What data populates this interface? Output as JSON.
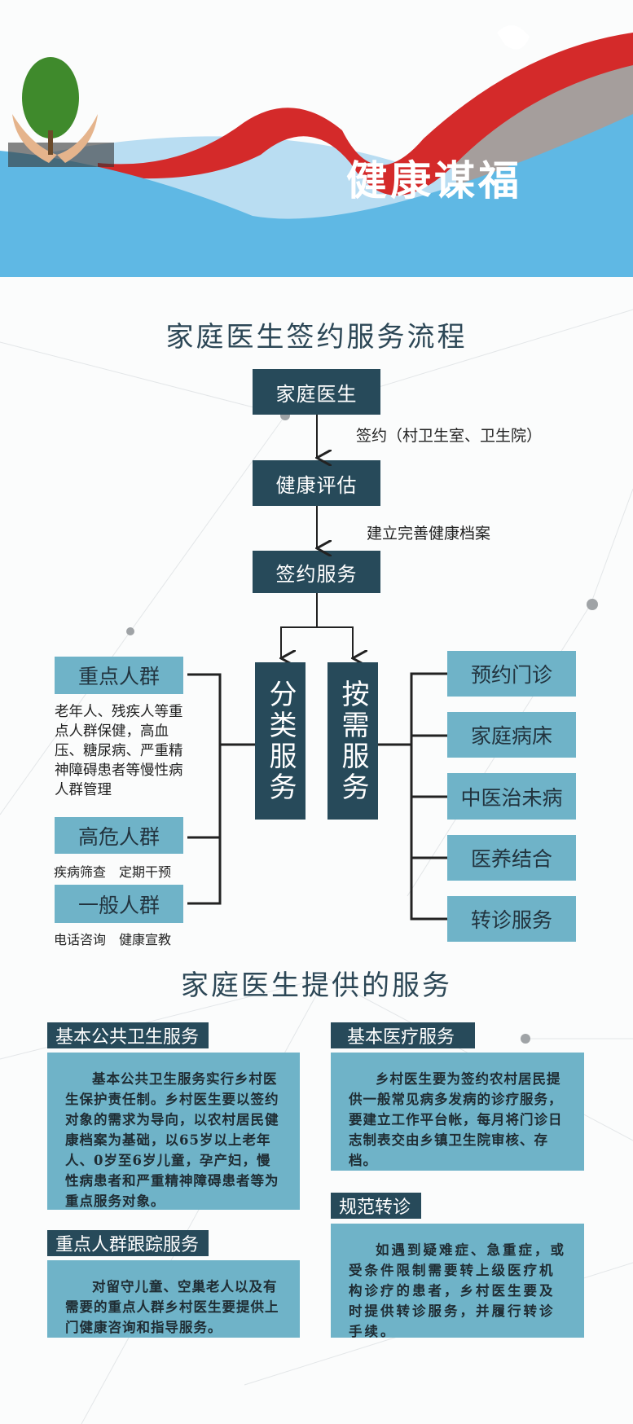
{
  "banner": {
    "slogan": "健康谋福"
  },
  "process": {
    "title": "家庭医生签约服务流程",
    "steps": [
      "家庭医生",
      "健康评估",
      "签约服务"
    ],
    "step_notes": [
      "签约（村卫生室、卫生院）",
      "建立完善健康档案"
    ],
    "branches": [
      "分类服务",
      "按需服务"
    ],
    "groups": [
      {
        "label": "重点人群",
        "desc": "老年人、残疾人等重点人群保健，高血压、糖尿病、严重精神障碍患者等慢性病人群管理"
      },
      {
        "label": "高危人群",
        "desc": "疾病筛查　定期干预"
      },
      {
        "label": "一般人群",
        "desc": "电话咨询　健康宣教"
      }
    ],
    "on_demand": [
      "预约门诊",
      "家庭病床",
      "中医治未病",
      "医养结合",
      "转诊服务"
    ]
  },
  "services": {
    "title": "家庭医生提供的服务",
    "cards": [
      {
        "title": "基本公共卫生服务",
        "body": "基本公共卫生服务实行乡村医生保护责任制。乡村医生要以签约对象的需求为导向，以农村居民健康档案为基础，以65岁以上老年人、0岁至6岁儿童，孕产妇，慢性病患者和严重精神障碍患者等为重点服务对象。"
      },
      {
        "title": "基本医疗服务",
        "body": "乡村医生要为签约农村居民提供一般常见病多发病的诊疗服务，要建立工作平台帐，每月将门诊日志制表交由乡镇卫生院审核、存档。"
      },
      {
        "title": "重点人群跟踪服务",
        "body": "对留守儿童、空巢老人以及有需要的重点人群乡村医生要提供上门健康咨询和指导服务。"
      },
      {
        "title": "规范转诊",
        "body": "如遇到疑难症、急重症，或受条件限制需要转上级医疗机构诊疗的患者，乡村医生要及时提供转诊服务，并履行转诊手续。"
      }
    ]
  },
  "colors": {
    "dark": "#274a5a",
    "light": "#6fb3c8",
    "sky": "#5fb8e4",
    "ribbon": "#d42a2a"
  }
}
